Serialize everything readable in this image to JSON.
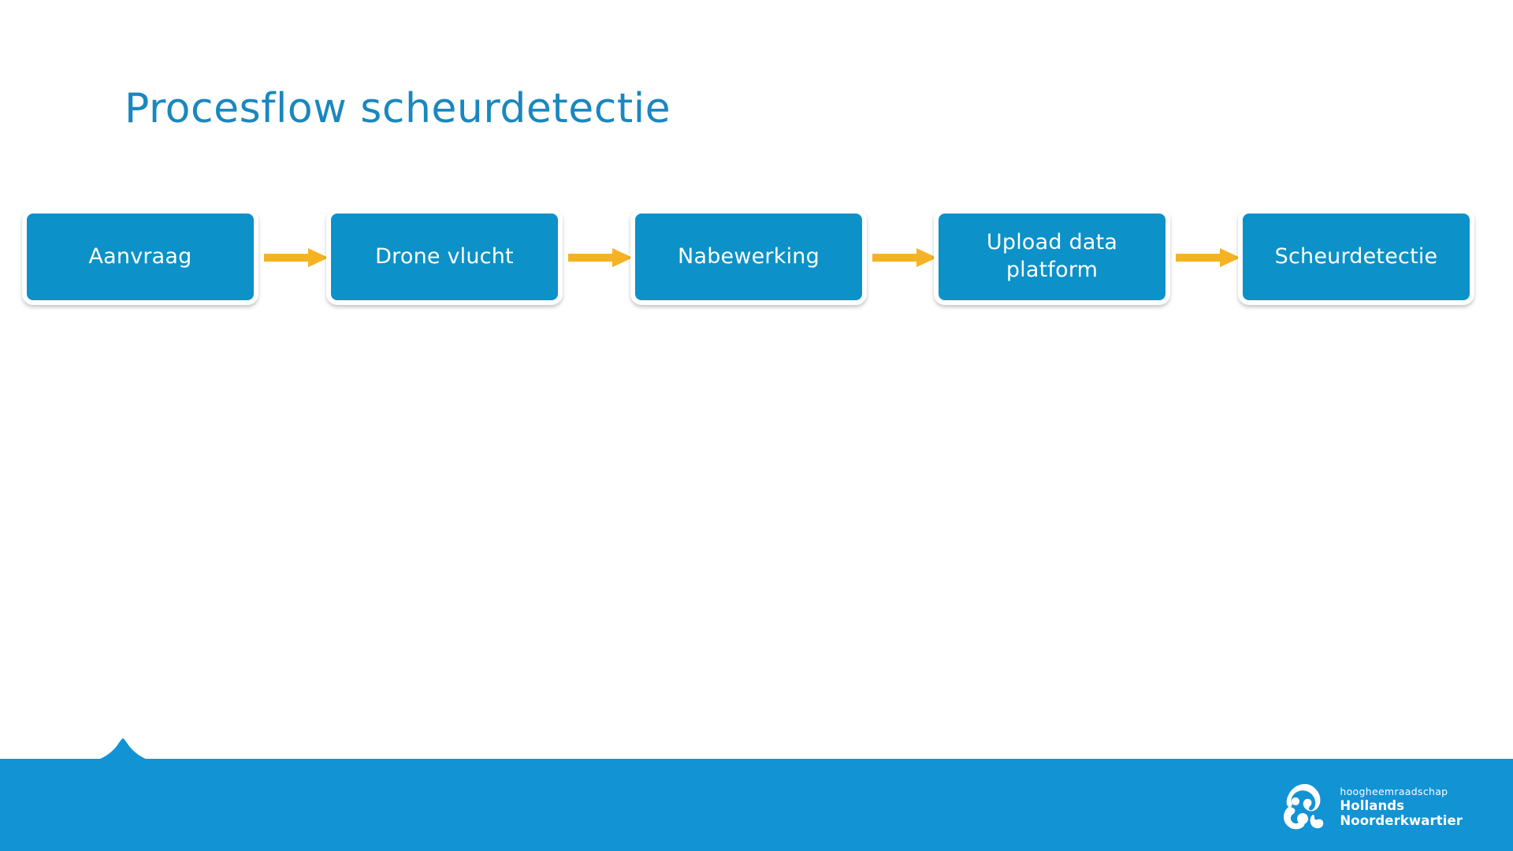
{
  "slide": {
    "title": "Procesflow scheurdetectie",
    "title_color": "#1a87bf",
    "background_color": "#ffffff"
  },
  "flow": {
    "node_fill_color": "#0c91c8",
    "node_border_color": "#ffffff",
    "arrow_color": "#f5b323",
    "nodes": [
      {
        "label": "Aanvraag"
      },
      {
        "label": "Drone vlucht"
      },
      {
        "label": "Nabewerking"
      },
      {
        "label": "Upload data\nplatform"
      },
      {
        "label": "Scheurdetectie"
      }
    ],
    "arrows": [
      {
        "name": "arrow-aanvraag-to-drone-vlucht"
      },
      {
        "name": "arrow-drone-vlucht-to-nabewerking"
      },
      {
        "name": "arrow-nabewerking-to-upload-data-platform"
      },
      {
        "name": "arrow-upload-data-platform-to-scheurdetectie"
      }
    ]
  },
  "footer": {
    "bar_color": "#1193d4",
    "logo": {
      "line_1": "hoogheemraadschap",
      "line_2": "Hollands",
      "line_3": "Noorderkwartier",
      "mark": "lion-emblem-icon"
    }
  }
}
